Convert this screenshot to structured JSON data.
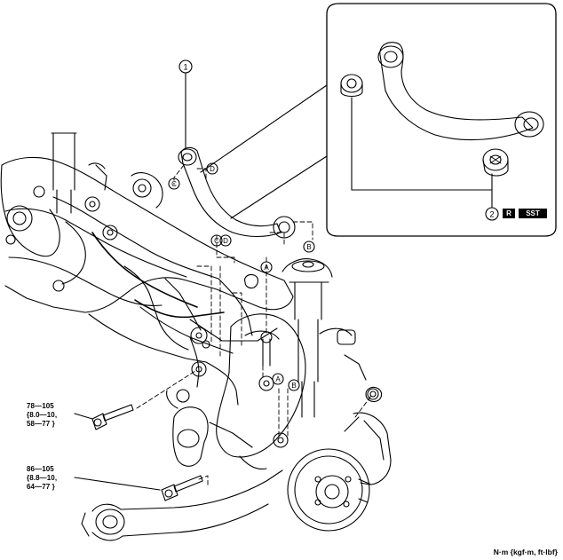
{
  "callouts": {
    "part_1": "1",
    "part_2": "2",
    "ref_a": "A",
    "ref_b": "B",
    "ref_c": "C",
    "ref_d": "D"
  },
  "torque_specs": [
    {
      "line1": "78—105",
      "line2": "{8.0—10,",
      "line3": "58—77 }"
    },
    {
      "line1": "86—105",
      "line2": "{8.8—10,",
      "line3": "64—77 }"
    }
  ],
  "units_note": "N·m {kgf·m, ft·lbf}",
  "badges": {
    "replace": "R",
    "special_tool": "SST"
  }
}
